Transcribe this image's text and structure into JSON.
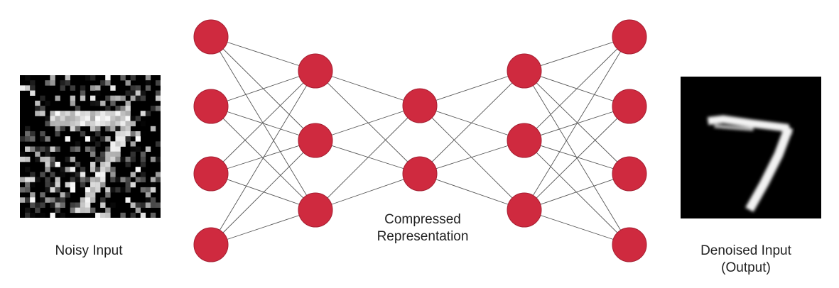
{
  "labels": {
    "noisy_input": "Noisy Input",
    "compressed_line1": "Compressed",
    "compressed_line2": "Representation",
    "denoised_line1": "Denoised Input",
    "denoised_line2": "(Output)"
  },
  "network": {
    "layer_sizes": [
      4,
      3,
      2,
      3,
      4
    ],
    "node_color": "#cf2a3f",
    "edge_color": "#555555"
  },
  "images": {
    "noisy_input": {
      "digit": "7",
      "background": "#000000"
    },
    "denoised_output": {
      "digit": "7",
      "background": "#000000"
    }
  }
}
